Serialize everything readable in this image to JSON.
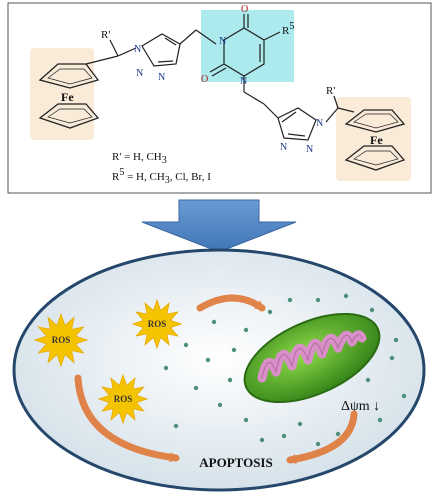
{
  "structure": {
    "labels": {
      "r_prime_left": "R'",
      "r_prime_right": "R'",
      "r5": "R",
      "r5_sup": "5",
      "n_label": "N",
      "o_label": "O",
      "fe_left": "Fe",
      "fe_right": "Fe"
    },
    "legend": {
      "line1": "R' = H, CH",
      "line1_sub": "3",
      "line2_prefix": "R",
      "line2_sup": "5",
      "line2": " = H, CH",
      "line2_sub": "3",
      "line2_tail": ", Cl, Br, I"
    },
    "colors": {
      "uracil_highlight": "#9ee6ea",
      "ferrocene_highlight": "#f7e2c8"
    }
  },
  "arrow_color": "#4f86c6",
  "mechanism": {
    "ros_labels": [
      "ROS",
      "ROS",
      "ROS"
    ],
    "membrane_potential": "Δψm ↓",
    "outcome": "APOPTOSIS",
    "colors": {
      "ellipse_fill": "#e6eef3",
      "ellipse_stroke": "#24476b",
      "ros_star": "#f5c400",
      "mito_outer": "#3f9a21",
      "mito_inner": "#d98fc7",
      "curved_arrow": "#e07b3c",
      "dots": "#4e8f78"
    }
  }
}
